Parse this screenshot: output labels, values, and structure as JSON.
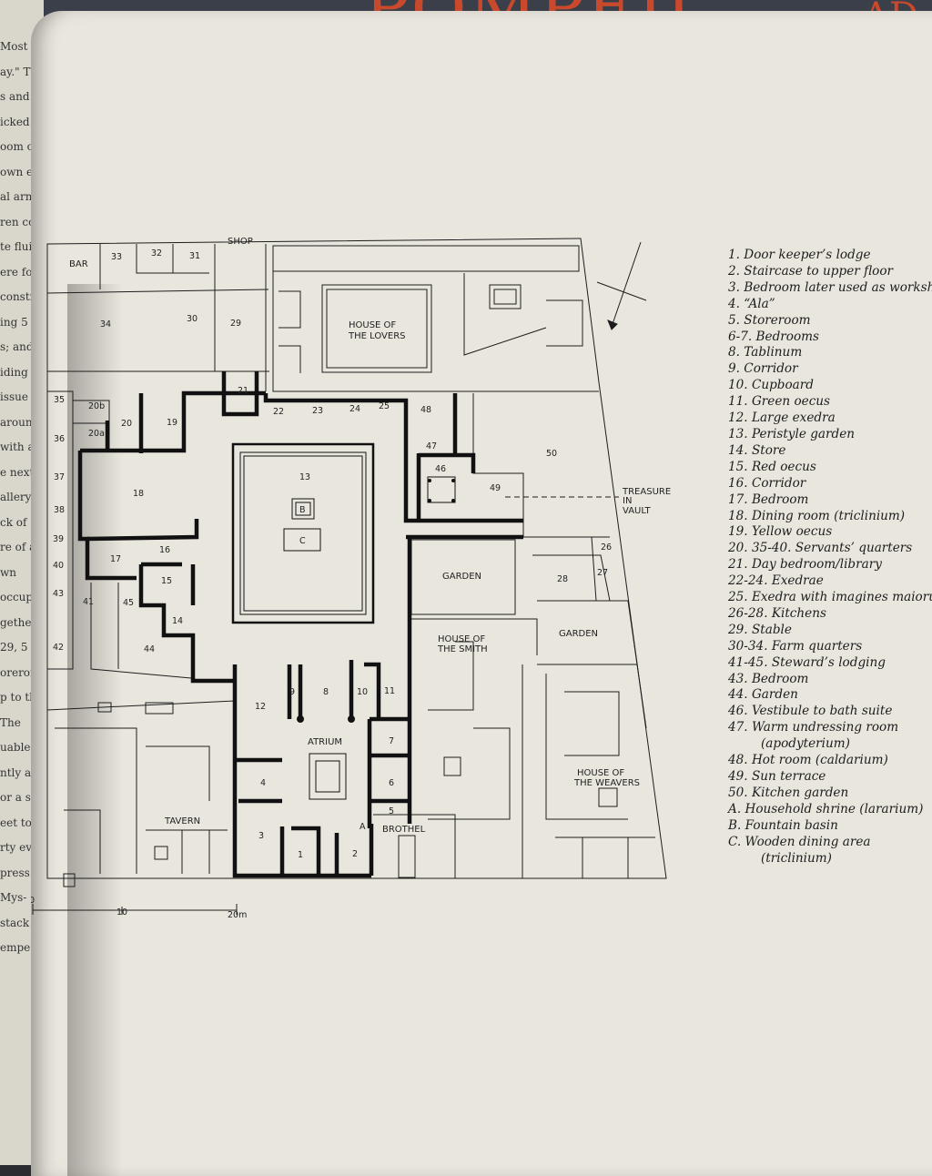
{
  "cover": {
    "title": "POMPEII",
    "subtitle_lines": [
      "AD",
      "79"
    ]
  },
  "left_page_fragments": [
    "Most of",
    "ay.\" The",
    "s and d",
    "icked u",
    "oom c",
    "own ex",
    "al arm",
    "ren con",
    "te fluid",
    "ere four",
    "constru",
    "ing 5",
    "s; and",
    "iding",
    "issue o",
    "around",
    "with a w",
    "e next",
    "allery",
    "ck of",
    "re of a",
    "wn",
    "occupied",
    "gether (",
    "29, 5",
    "oreron",
    "p to th",
    "The",
    "uable",
    "ntly as a",
    "or a sing",
    "eet to the",
    "rty ev-",
    "press the",
    "Mys-",
    "stack",
    "empe"
  ],
  "plan": {
    "building_labels": [
      {
        "id": "bar",
        "text": "BAR"
      },
      {
        "id": "shop",
        "text": "SHOP"
      },
      {
        "id": "lovers",
        "lines": [
          "HOUSE OF",
          "THE LOVERS"
        ]
      },
      {
        "id": "garden1",
        "text": "GARDEN"
      },
      {
        "id": "garden2",
        "text": "GARDEN"
      },
      {
        "id": "smith",
        "lines": [
          "HOUSE OF",
          "THE SMITH"
        ]
      },
      {
        "id": "weavers",
        "lines": [
          "HOUSE OF",
          "THE WEAVERS"
        ]
      },
      {
        "id": "tavern",
        "text": "TAVERN"
      },
      {
        "id": "brothel",
        "text": "BROTHEL"
      },
      {
        "id": "atrium",
        "text": "ATRIUM"
      },
      {
        "id": "treasure",
        "lines": [
          "TREASURE",
          "IN",
          "VAULT"
        ]
      }
    ],
    "room_numbers": [
      "33",
      "32",
      "31",
      "34",
      "30",
      "29",
      "21",
      "22",
      "23",
      "24",
      "25",
      "48",
      "47",
      "46",
      "49",
      "50",
      "35",
      "20b",
      "20a",
      "20",
      "19",
      "36",
      "37",
      "38",
      "39",
      "40",
      "43",
      "41",
      "42",
      "18",
      "17",
      "16",
      "15",
      "45",
      "14",
      "44",
      "13",
      "B",
      "C",
      "28",
      "26",
      "27",
      "12",
      "9",
      "8",
      "10",
      "11",
      "7",
      "6",
      "5",
      "4",
      "3",
      "1",
      "2",
      "A"
    ],
    "scale": {
      "ticks": [
        "0",
        "10",
        "20m"
      ]
    }
  },
  "legend": [
    {
      "text": "1. Door keeper’s lodge"
    },
    {
      "text": "2. Staircase to upper floor"
    },
    {
      "text": "3. Bedroom later used as workshop"
    },
    {
      "text": "4. “Ala”"
    },
    {
      "text": "5. Storeroom"
    },
    {
      "text": "6-7. Bedrooms"
    },
    {
      "text": "8. Tablinum"
    },
    {
      "text": "9. Corridor"
    },
    {
      "text": "10. Cupboard"
    },
    {
      "text": "11. Green oecus"
    },
    {
      "text": "12. Large exedra"
    },
    {
      "text": "13. Peristyle garden"
    },
    {
      "text": "14. Store"
    },
    {
      "text": "15. Red oecus"
    },
    {
      "text": "16. Corridor"
    },
    {
      "text": "17. Bedroom"
    },
    {
      "text": "18. Dining room (triclinium)"
    },
    {
      "text": "19. Yellow oecus"
    },
    {
      "text": "20. 35-40. Servants’ quarters"
    },
    {
      "text": "21. Day bedroom/library"
    },
    {
      "text": "22-24. Exedrae"
    },
    {
      "text": "25. Exedra with imagines maiorum"
    },
    {
      "text": "26-28. Kitchens"
    },
    {
      "text": "29. Stable"
    },
    {
      "text": "30-34. Farm quarters"
    },
    {
      "text": "41-45. Steward’s lodging"
    },
    {
      "text": "43. Bedroom"
    },
    {
      "text": "44. Garden"
    },
    {
      "text": "46. Vestibule to bath suite"
    },
    {
      "text": "47. Warm undressing room"
    },
    {
      "text": "(apodyterium)",
      "cont": true
    },
    {
      "text": "48. Hot room (caldarium)"
    },
    {
      "text": "49. Sun terrace"
    },
    {
      "text": "50. Kitchen garden"
    },
    {
      "text": "A. Household shrine (lararium)"
    },
    {
      "text": "B. Fountain basin"
    },
    {
      "text": "C. Wooden dining area"
    },
    {
      "text": "(triclinium)",
      "cont": true
    }
  ],
  "colors": {
    "page": "#e9e6dd",
    "ink": "#1d1d1d",
    "cover": "#c9492d"
  }
}
